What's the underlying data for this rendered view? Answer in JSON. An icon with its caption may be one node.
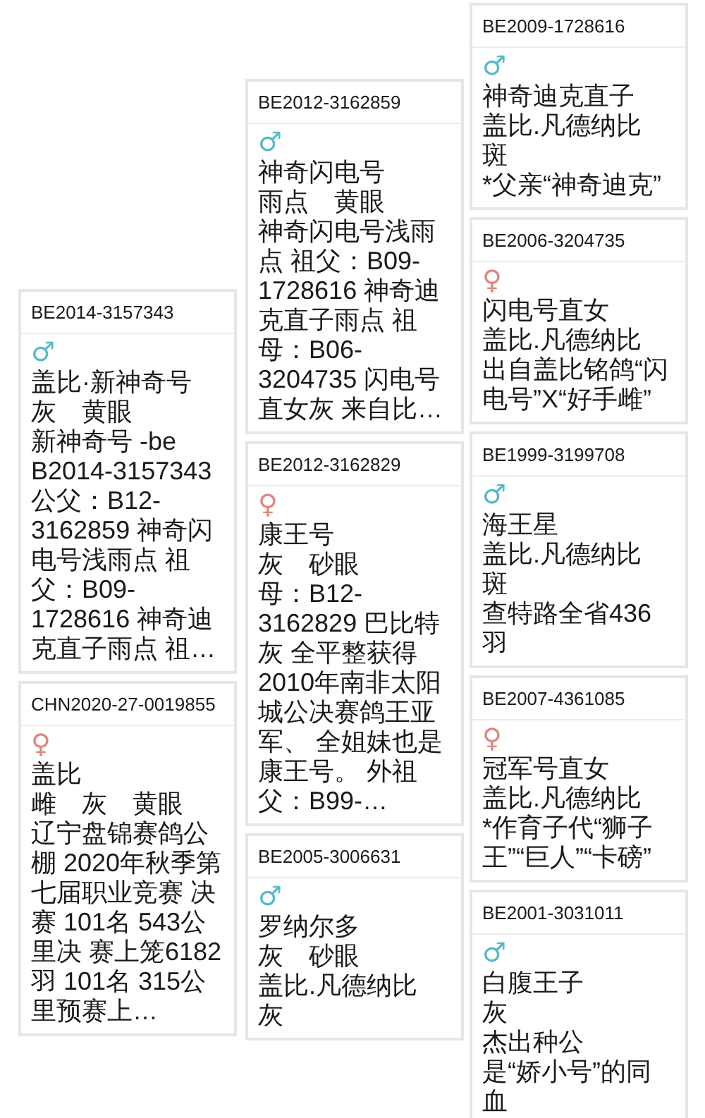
{
  "diagram": {
    "nodes": [
      {
        "text": [
          "BE2014-3157343",
          "♂",
          "盖比·新神奇号",
          "灰　黄眼",
          "新神奇号 -be B2014-3157343公父：B12-3162859 神奇闪电号浅雨点 祖父：B09-1728616 神奇迪克直子雨点 祖…"
        ]
      },
      {
        "text": [
          "CHN2020-27-0019855",
          "♀",
          "盖比",
          "雌　灰　黄眼",
          "辽宁盘锦赛鸽公棚 2020年秋季第七届职业竞赛 决赛 101名 543公里决 赛上笼6182羽 101名 315公里预赛上…"
        ]
      },
      {
        "text": [
          "BE2012-3162859",
          "♂",
          "神奇闪电号",
          "雨点　黄眼",
          "神奇闪电号浅雨点 祖父：B09-1728616 神奇迪克直子雨点 祖母：B06-3204735 闪电号直女灰 来自比…"
        ]
      },
      {
        "text": [
          "BE2012-3162829",
          "♀",
          "康王号",
          "灰　砂眼",
          "母：B12-3162829 巴比特灰 全平整获得2010年南非太阳城公决赛鸽王亚军、 全姐妹也是康王号。 外祖父：B99-…"
        ]
      },
      {
        "text": [
          "BE2005-3006631",
          "♂",
          "罗纳尔多",
          "灰　砂眼",
          "盖比.凡德纳比",
          "灰"
        ]
      },
      {
        "text": [
          "BE2009-1728616",
          "♂",
          "神奇迪克直子",
          "盖比.凡德纳比",
          "斑",
          "*父亲“神奇迪克”"
        ]
      },
      {
        "text": [
          "BE2006-3204735",
          "♀",
          "闪电号直女",
          "盖比.凡德纳比",
          "出自盖比铭鸽“闪电号”X“好手雌”"
        ]
      },
      {
        "text": [
          "BE1999-3199708",
          "♂",
          "海王星",
          "盖比.凡德纳比",
          "斑",
          "查特路全省436羽"
        ]
      },
      {
        "text": [
          "BE2007-4361085",
          "♀",
          "冠军号直女",
          "盖比.凡德纳比",
          "*作育子代“狮子王”“巨人”“卡磅”"
        ]
      },
      {
        "text": [
          "BE2001-3031011",
          "♂",
          "白腹王子",
          "灰",
          "杰出种公",
          "是“娇小号”的同血"
        ]
      }
    ]
  }
}
